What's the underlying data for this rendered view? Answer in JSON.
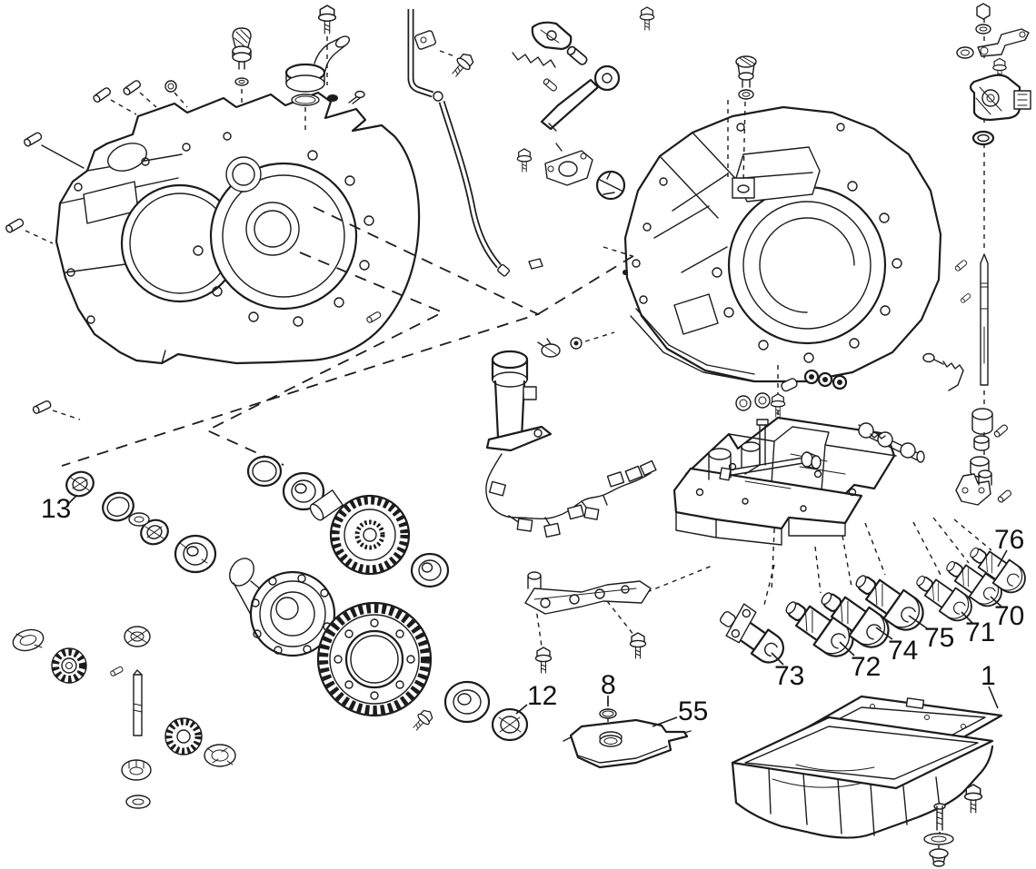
{
  "diagram": {
    "type": "exploded-parts-diagram",
    "subject": "Automatic transaxle / transmission assembly",
    "background_color": "#ffffff",
    "line_color": "#1c1c1c",
    "part_labels": [
      {
        "label": "13",
        "part": "differential-oil-seal"
      },
      {
        "label": "12",
        "part": "differential-side-bearing-seal"
      },
      {
        "label": "8",
        "part": "o-ring"
      },
      {
        "label": "55",
        "part": "oil-strainer"
      },
      {
        "label": "73",
        "part": "solenoid-with-bracket"
      },
      {
        "label": "72",
        "part": "shift-solenoid"
      },
      {
        "label": "74",
        "part": "shift-solenoid"
      },
      {
        "label": "75",
        "part": "shift-solenoid"
      },
      {
        "label": "71",
        "part": "shift-solenoid"
      },
      {
        "label": "70",
        "part": "shift-solenoid"
      },
      {
        "label": "76",
        "part": "shift-solenoid"
      },
      {
        "label": "1",
        "part": "oil-pan"
      }
    ],
    "components": [
      "transaxle-housing-left",
      "transmission-case-right",
      "differential-case",
      "ring-gear",
      "side-bearings-and-seals",
      "pinion-gears-and-shaft",
      "speed-sensor",
      "wiring-harness",
      "valve-body",
      "manual-valve-linkage",
      "spool-valve",
      "accumulator-bracket",
      "oil-strainer",
      "oil-pan",
      "pan-gasket",
      "drain-plug-set",
      "dipstick-tube",
      "parking-pawl-set",
      "neutral-safety-switch",
      "manual-shift-shaft",
      "breather-plug",
      "filler-union",
      "dowel-pins",
      "shift-solenoids"
    ]
  }
}
